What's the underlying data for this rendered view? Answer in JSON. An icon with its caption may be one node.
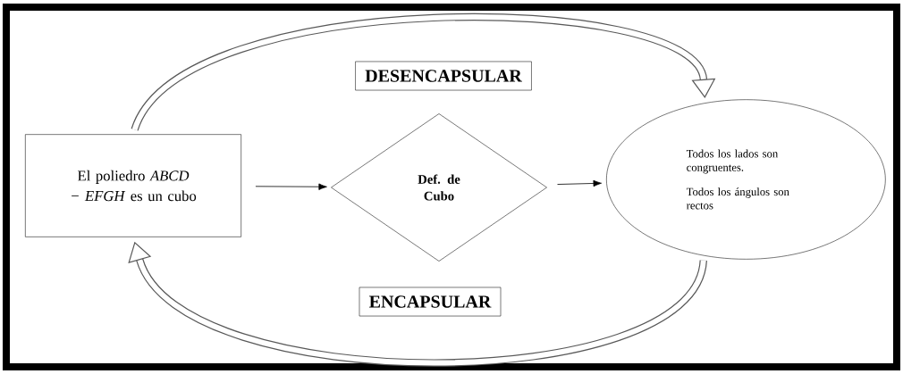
{
  "diagram": {
    "nodes": [
      {
        "text": [
          "DESENCAPSULAR"
        ]
      },
      {
        "text": [
          "El poliedro *ABCD − EFGH* es un cubo"
        ]
      },
      {
        "text": [
          "Def. de Cubo"
        ]
      },
      {
        "text": [
          "Todos los lados son congruentes.",
          "Todos los ángulos son rectos"
        ]
      },
      {
        "text": [
          "ENCAPSULAR"
        ]
      }
    ],
    "edges": [
      {
        "from": 1,
        "to": 2,
        "arrow": "to"
      },
      {
        "from": 2,
        "to": 3,
        "arrow": "to"
      },
      {
        "from": 1,
        "to": 3,
        "arrow": "to",
        "style": "thick"
      },
      {
        "from": 3,
        "to": 1,
        "arrow": "to",
        "style": "thick"
      }
    ]
  }
}
